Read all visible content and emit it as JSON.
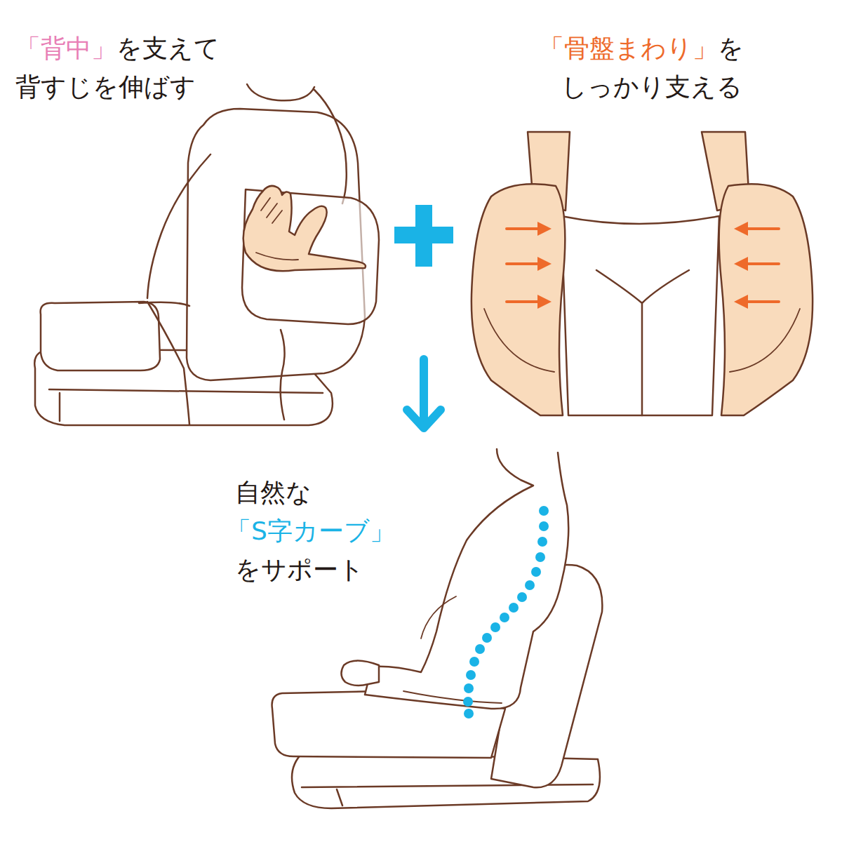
{
  "diagram": {
    "labels": [
      "「背中」",
      "を支えて",
      "背すじを伸ばす",
      "「骨盤まわり」",
      "を",
      "しっかり支える",
      "自然な",
      "「S字カーブ」",
      "をサポート"
    ]
  }
}
